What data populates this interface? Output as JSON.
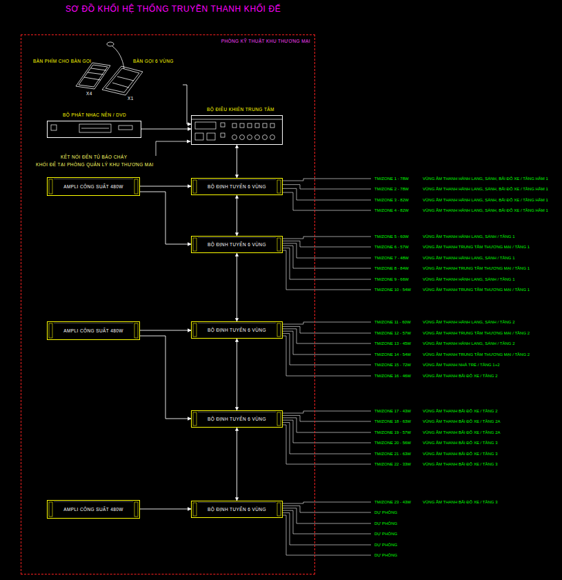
{
  "diagram": {
    "title": "SƠ ĐỒ KHỐI HỆ THỐNG TRUYỀN THANH KHỐI ĐẾ",
    "nodes": [
      {
        "text": [
          "PHÒNG KỸ THUẬT KHU THƯƠNG MẠI"
        ]
      },
      {
        "text": [
          "BÀN PHÍM CHO BÀN GỌI",
          "X4"
        ],
        "in": 0
      },
      {
        "text": [
          "BÀN GỌI 6 VÙNG",
          "X1"
        ],
        "in": 0
      },
      {
        "text": [
          "BỘ PHÁT NHẠC NỀN / DVD"
        ],
        "in": 0
      },
      {
        "text": [
          "BỘ ĐIỀU KHIỂN TRUNG TÂM"
        ],
        "in": 0
      },
      {
        "text": [
          "AMPLI CÔNG SUẤT 480W"
        ],
        "in": 0
      },
      {
        "text": [
          "BỘ ĐỊNH TUYẾN 6 VÙNG"
        ],
        "in": 0
      },
      {
        "text": [
          "BỘ ĐỊNH TUYẾN 6 VÙNG"
        ],
        "in": 0
      },
      {
        "text": [
          "AMPLI CÔNG SUẤT 480W"
        ],
        "in": 0
      },
      {
        "text": [
          "BỘ ĐỊNH TUYẾN 6 VÙNG"
        ],
        "in": 0
      },
      {
        "text": [
          "BỘ ĐỊNH TUYẾN 6 VÙNG"
        ],
        "in": 0
      },
      {
        "text": [
          "AMPLI CÔNG SUẤT 480W"
        ],
        "in": 0
      },
      {
        "text": [
          "BỘ ĐỊNH TUYẾN 6 VÙNG"
        ],
        "in": 0
      }
    ],
    "edges": [
      {
        "from": 2,
        "to": 4,
        "arrow": "to"
      },
      {
        "from": 3,
        "to": 4,
        "arrow": "to"
      },
      {
        "from": 4,
        "to": 6,
        "arrow": "both"
      },
      {
        "from": 6,
        "to": 7,
        "arrow": "both"
      },
      {
        "from": 7,
        "to": 9,
        "arrow": "both"
      },
      {
        "from": 9,
        "to": 10,
        "arrow": "both"
      },
      {
        "from": 10,
        "to": 12,
        "arrow": "both"
      },
      {
        "from": 5,
        "to": 6,
        "arrow": "to"
      },
      {
        "from": 5,
        "to": 7,
        "arrow": "to"
      },
      {
        "from": 8,
        "to": 9,
        "arrow": "to"
      },
      {
        "from": 8,
        "to": 10,
        "arrow": "to"
      },
      {
        "from": 11,
        "to": 12,
        "arrow": "to"
      }
    ],
    "labels": [
      "KẾT NỐI ĐẾN TỦ BÁO CHÁY",
      "KHỐI ĐẾ TẠI PHÒNG QUẢN LÝ KHU THƯƠNG MẠI",
      "TM/ZONE 1 - 78W",
      "VÙNG ÂM THANH HÀNH LANG, SẢNH, BÃI ĐỖ XE / TẦNG HẦM 1",
      "TM/ZONE 2 - 78W",
      "VÙNG ÂM THANH HÀNH LANG, SẢNH, BÃI ĐỖ XE / TẦNG HẦM 1",
      "TM/ZONE 3 - 82W",
      "VÙNG ÂM THANH HÀNH LANG, SẢNH, BÃI ĐỖ XE / TẦNG HẦM 1",
      "TM/ZONE 4 - 82W",
      "VÙNG ÂM THANH HÀNH LANG, SẢNH, BÃI ĐỖ XE / TẦNG HẦM 1",
      "TM/ZONE 5 - 60W",
      "VÙNG ÂM THANH HÀNH LANG, SẢNH / TẦNG 1",
      "TM/ZONE 6 - 57W",
      "VÙNG ÂM THANH TRUNG TÂM THƯƠNG MẠI / TẦNG 1",
      "TM/ZONE 7 - 48W",
      "VÙNG ÂM THANH HÀNH LANG, SẢNH / TẦNG 1",
      "TM/ZONE 8 - 84W",
      "VÙNG ÂM THANH TRUNG TÂM THƯƠNG MẠI / TẦNG 1",
      "TM/ZONE 9 - 66W",
      "VÙNG ÂM THANH HÀNH LANG, SẢNH / TẦNG 1",
      "TM/ZONE 10 - 54W",
      "VÙNG ÂM THANH TRUNG TÂM THƯƠNG MẠI / TẦNG 1",
      "TM/ZONE 11 - 60W",
      "VÙNG ÂM THANH HÀNH LANG, SẢNH / TẦNG 2",
      "TM/ZONE 12 - 57W",
      "VÙNG ÂM THANH TRUNG TÂM THƯƠNG MẠI / TẦNG 2",
      "TM/ZONE 13 - 45W",
      "VÙNG ÂM THANH HÀNH LANG, SẢNH / TẦNG 2",
      "TM/ZONE 14 - 54W",
      "VÙNG ÂM THANH TRUNG TÂM THƯƠNG MẠI / TẦNG 2",
      "TM/ZONE 15 - 72W",
      "VÙNG ÂM THANH NHÀ TRẺ / TẦNG 1+2",
      "TM/ZONE 16 - 46W",
      "VÙNG ÂM THANH BÃI ĐỖ XE / TẦNG 2",
      "TM/ZONE 17 - 43W",
      "VÙNG ÂM THANH BÃI ĐỖ XE / TẦNG 2",
      "TM/ZONE 18 - 63W",
      "VÙNG ÂM THANH BÃI ĐỖ XE / TẦNG 2A",
      "TM/ZONE 19 - 57W",
      "VÙNG ÂM THANH BÃI ĐỖ XE / TẦNG 2A",
      "TM/ZONE 20 - 56W",
      "VÙNG ÂM THANH BÃI ĐỖ XE / TẦNG 3",
      "TM/ZONE 21 - 63W",
      "VÙNG ÂM THANH BÃI ĐỖ XE / TẦNG 3",
      "TM/ZONE 22 - 33W",
      "VÙNG ÂM THANH BÃI ĐỖ XE / TẦNG 3",
      "TM/ZONE 23 - 43W",
      "VÙNG ÂM THANH BÃI ĐỖ XE / TẦNG 3",
      "DỰ PHÒNG",
      "DỰ PHÒNG",
      "DỰ PHÒNG",
      "DỰ PHÒNG",
      "DỰ PHÒNG"
    ]
  }
}
